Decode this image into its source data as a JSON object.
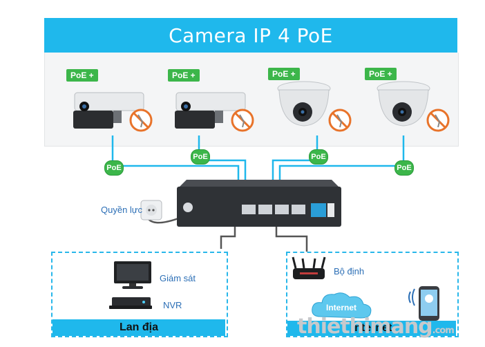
{
  "title": "Camera IP 4 PoE",
  "cameras": [
    {
      "tag": "PoE +",
      "type": "bullet"
    },
    {
      "tag": "PoE +",
      "type": "bullet"
    },
    {
      "tag": "PoE +",
      "type": "dome"
    },
    {
      "tag": "PoE +",
      "type": "dome"
    }
  ],
  "poe_links": [
    "PoE",
    "PoE",
    "PoE",
    "PoE"
  ],
  "power_label": "Quyền lực",
  "lan_zone": {
    "footer": "Lan địa",
    "items": [
      {
        "label": "Giám sát",
        "icon": "monitor-icon"
      },
      {
        "label": "NVR",
        "icon": "nvr-icon"
      }
    ]
  },
  "internet_zone": {
    "footer": "Internet",
    "router_label": "Bộ định",
    "cloud_label": "Internet"
  },
  "watermark": {
    "main": "thiethimang",
    "suffix": ".com"
  },
  "colors": {
    "accent": "#1fb8ec",
    "poe_green": "#3cb64a",
    "label_blue": "#2c6fb6"
  }
}
